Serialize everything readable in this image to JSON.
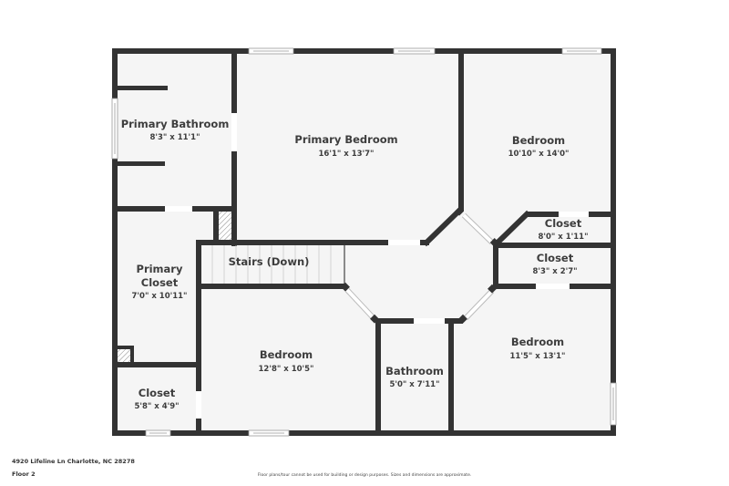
{
  "colors": {
    "wall": "#333333",
    "floor": "#f5f5f5",
    "background": "#ffffff",
    "text": "#3d3d3d"
  },
  "rooms": [
    {
      "name": "Primary Bathroom",
      "dims": "8'3\" x 11'1\""
    },
    {
      "name": "Primary Bedroom",
      "dims": "16'1\" x 13'7\""
    },
    {
      "name": "Bedroom",
      "dims": "10'10\" x 14'0\""
    },
    {
      "name": "Closet",
      "dims": "8'0\" x 1'11\""
    },
    {
      "name": "Closet",
      "dims": "8'3\" x 2'7\""
    },
    {
      "name": "Primary",
      "name_line2": "Closet",
      "dims": "7'0\" x 10'11\""
    },
    {
      "name": "Stairs (Down)"
    },
    {
      "name": "Bedroom",
      "dims": "12'8\" x 10'5\""
    },
    {
      "name": "Bathroom",
      "dims": "5'0\" x 7'11\""
    },
    {
      "name": "Bedroom",
      "dims": "11'5\" x 13'1\""
    },
    {
      "name": "Closet",
      "dims": "5'8\" x 4'9\""
    }
  ],
  "footer": {
    "address": "4920 Lifeline Ln Charlotte, NC 28278",
    "floor": "Floor 2",
    "disclaimer": "Floor plans/tour cannot be used for building or design purposes. Sizes and dimensions are approximate."
  }
}
